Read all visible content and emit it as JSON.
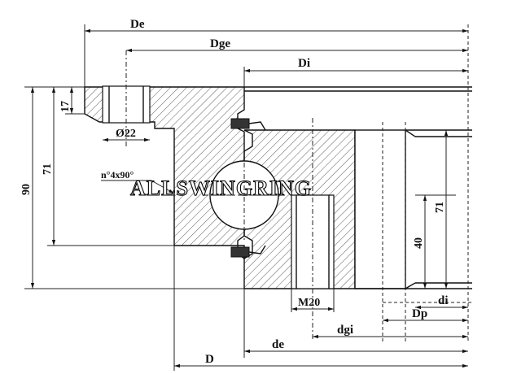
{
  "dimensions": {
    "De": "De",
    "Dge": "Dge",
    "Di": "Di",
    "D": "D",
    "de": "de",
    "dgi": "dgi",
    "Dp": "Dp",
    "di": "di",
    "h90": "90",
    "h71_left": "71",
    "h17": "17",
    "hole_dia": "Ø22",
    "h71_right": "71",
    "h40": "40",
    "thread": "M20",
    "chamfer_note": "n°4x90°"
  },
  "watermark": "ALLSWINGRING"
}
